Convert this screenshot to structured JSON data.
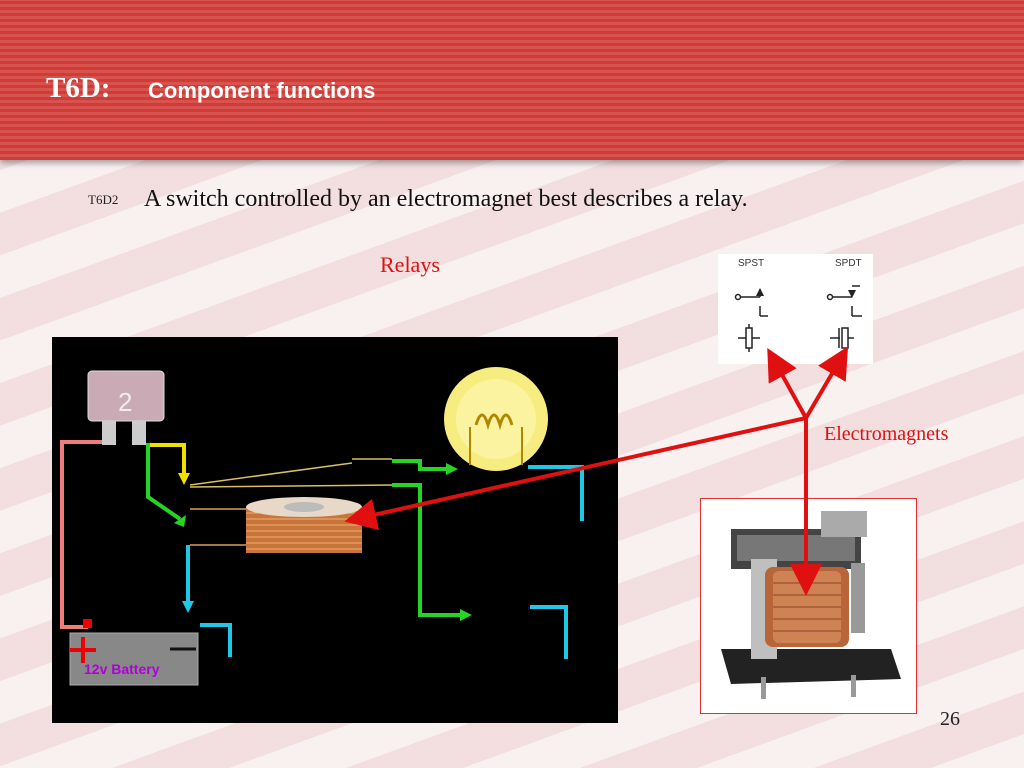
{
  "header": {
    "code": "T6D:",
    "title": "Component functions"
  },
  "question": {
    "code": "T6D2",
    "text": "A switch controlled by an electromagnet best describes a relay."
  },
  "labels": {
    "relays": "Relays",
    "electromagnets": "Electromagnets",
    "page_number": "26"
  },
  "symbols": {
    "spst": "SPST",
    "spdt": "SPDT"
  },
  "circuit": {
    "battery_label": "12v Battery",
    "fuse_label": "2"
  },
  "colors": {
    "banner": "#d9534e",
    "accent_red": "#e01010",
    "battery_text": "#b000d8"
  }
}
